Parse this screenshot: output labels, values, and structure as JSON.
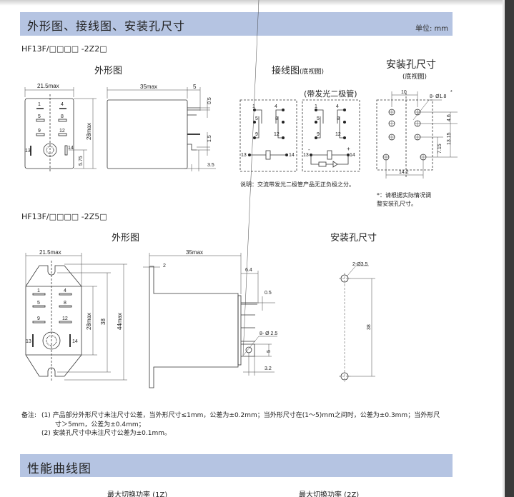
{
  "section1": {
    "title": "外形图、接线图、安装孔尺寸",
    "unit": "单位: mm"
  },
  "model1": {
    "name": "HF13F/□□□□ -2Z2□",
    "outline_title": "外形图",
    "wiring_title": "接线图",
    "wiring_sub": "(底视图)",
    "mount_title": "安装孔尺寸",
    "mount_sub": "(底视图)",
    "led_label": "(带发光二极管)",
    "dims": {
      "width": "21.5max",
      "height": "28max",
      "length": "35max",
      "d5": "5",
      "d05": "0.5",
      "d15": "1.5",
      "d575": "5.75",
      "d35": "3.5"
    },
    "pins": [
      "1",
      "4",
      "5",
      "8",
      "9",
      "12",
      "13",
      "14"
    ],
    "wiring_note": "说明：交流带发光二极管产品无正负极之分。",
    "mount_dims": {
      "d10": "10",
      "hole": "8- Ø1.8",
      "star": "*",
      "d46": "4.6",
      "d1315": "13.15",
      "d715": "7.15",
      "d142": "14.2"
    },
    "mount_note": "*：请根据实际情况调整安装孔尺寸。",
    "minus": "-",
    "plus": "+"
  },
  "model2": {
    "name": "HF13F/□□□□ -2Z5□",
    "outline_title": "外形图",
    "mount_title": "安装孔尺寸",
    "dims": {
      "width": "21.5max",
      "height": "28max",
      "d38": "38",
      "d44": "44max",
      "length": "35max",
      "d2": "2",
      "d64": "6.4",
      "d05": "0.5",
      "hole": "8- Ø 2.5",
      "d5": "5",
      "d32": "3.2"
    },
    "mount_dims": {
      "hole": "2-Ø3.5",
      "d38": "38"
    }
  },
  "notes": {
    "label": "备注:",
    "n1": "(1)  产品部分外形尺寸未注尺寸公差，当外形尺寸≤1mm，公差为±0.2mm；当外形尺寸在(1～5)mm之间时，公差为±0.3mm；当外形尺",
    "n1b": "寸＞5mm，公差为±0.4mm；",
    "n2": "(2) 安装孔尺寸中未注尺寸公差为±0.1mm。"
  },
  "section2": {
    "title": "性能曲线图"
  },
  "curves": {
    "c1": "最大切换功率 (1Z)",
    "c2": "最大切换功率 (2Z)"
  }
}
